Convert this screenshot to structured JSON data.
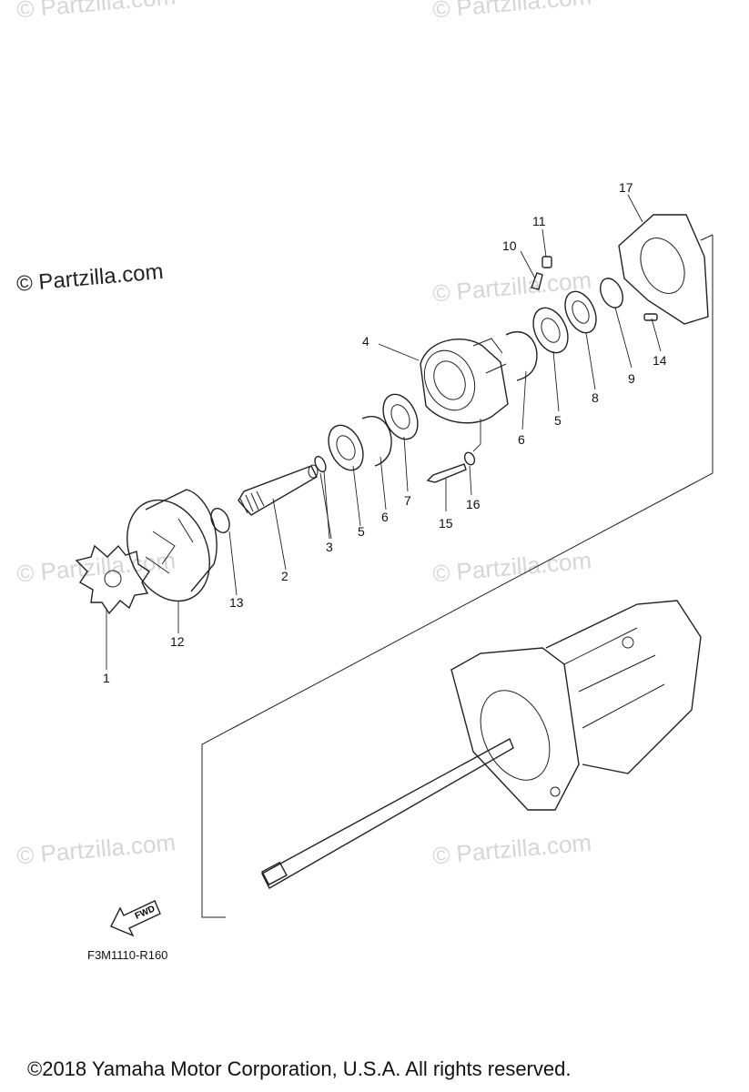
{
  "watermark": {
    "text": "© Partzilla.com"
  },
  "brand_watermark": "© Partzilla.com",
  "diagram_code": "F3M1110-R160",
  "fwd_label": "FWD",
  "copyright": "©2018  Yamaha Motor Corporation, U.S.A. All rights reserved.",
  "callouts": [
    {
      "id": "c1",
      "label": "1"
    },
    {
      "id": "c2",
      "label": "2"
    },
    {
      "id": "c3",
      "label": "3"
    },
    {
      "id": "c4",
      "label": "4"
    },
    {
      "id": "c5a",
      "label": "5"
    },
    {
      "id": "c5b",
      "label": "5"
    },
    {
      "id": "c6a",
      "label": "6"
    },
    {
      "id": "c6b",
      "label": "6"
    },
    {
      "id": "c7",
      "label": "7"
    },
    {
      "id": "c8",
      "label": "8"
    },
    {
      "id": "c9",
      "label": "9"
    },
    {
      "id": "c10",
      "label": "10"
    },
    {
      "id": "c11",
      "label": "11"
    },
    {
      "id": "c12",
      "label": "12"
    },
    {
      "id": "c13",
      "label": "13"
    },
    {
      "id": "c14",
      "label": "14"
    },
    {
      "id": "c15",
      "label": "15"
    },
    {
      "id": "c16",
      "label": "16"
    },
    {
      "id": "c17",
      "label": "17"
    }
  ]
}
